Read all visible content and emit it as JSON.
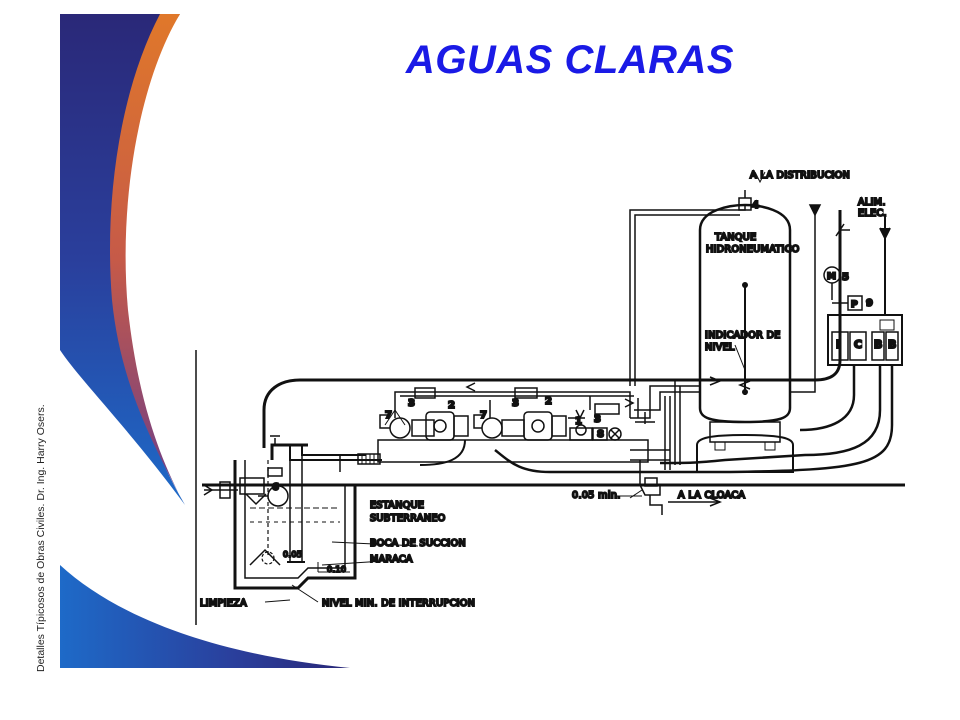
{
  "slide": {
    "title": "AGUAS CLARAS",
    "credit": "Detalles Típicosos de Obras Civiles. Dr. Ing. Harry Osers.",
    "colors": {
      "title": "#1a1ae6",
      "band_dark": "#2a2878",
      "band_blue": "#1e5bb8",
      "band_orange": "#e0782a"
    }
  },
  "diagram": {
    "labels": {
      "distribution": "A LA DISTRIBUCION",
      "power": "ALIM.",
      "power2": "ELEC.",
      "tank": "TANQUE",
      "tank2": "HIDRONEUMATICO",
      "level_indicator": "INDICADOR DE",
      "level_indicator2": "NIVEL",
      "tank_underground": "ESTANQUE",
      "tank_underground2": "SUBTERRANEO",
      "suction_mouth": "BOCA DE SUCCION",
      "maraca": "MARACA",
      "cleaning": "LIMPIEZA",
      "min_level": "NIVEL   MIN. DE INTERRUPCION",
      "sewer": "A LA CLOACA",
      "min_height": "0.05 min.",
      "dim_005": "0.05",
      "dim_010": "0.10"
    },
    "numbers": {
      "n1": "1",
      "n2a": "2",
      "n2b": "2",
      "n3a": "3",
      "n3b": "3",
      "n3c": "3",
      "n4": "4",
      "n5": "5",
      "n6": "6",
      "n7a": "7",
      "n7b": "7",
      "n8": "8",
      "n9": "9"
    },
    "panel": {
      "i": "I",
      "c": "C",
      "b1": "B",
      "b2": "B",
      "gauge_m": "M",
      "switch_p": "P"
    },
    "icons": [
      "pump-icon",
      "motor-icon",
      "valve-icon",
      "pressure-gauge-icon",
      "pressure-switch-icon"
    ]
  }
}
